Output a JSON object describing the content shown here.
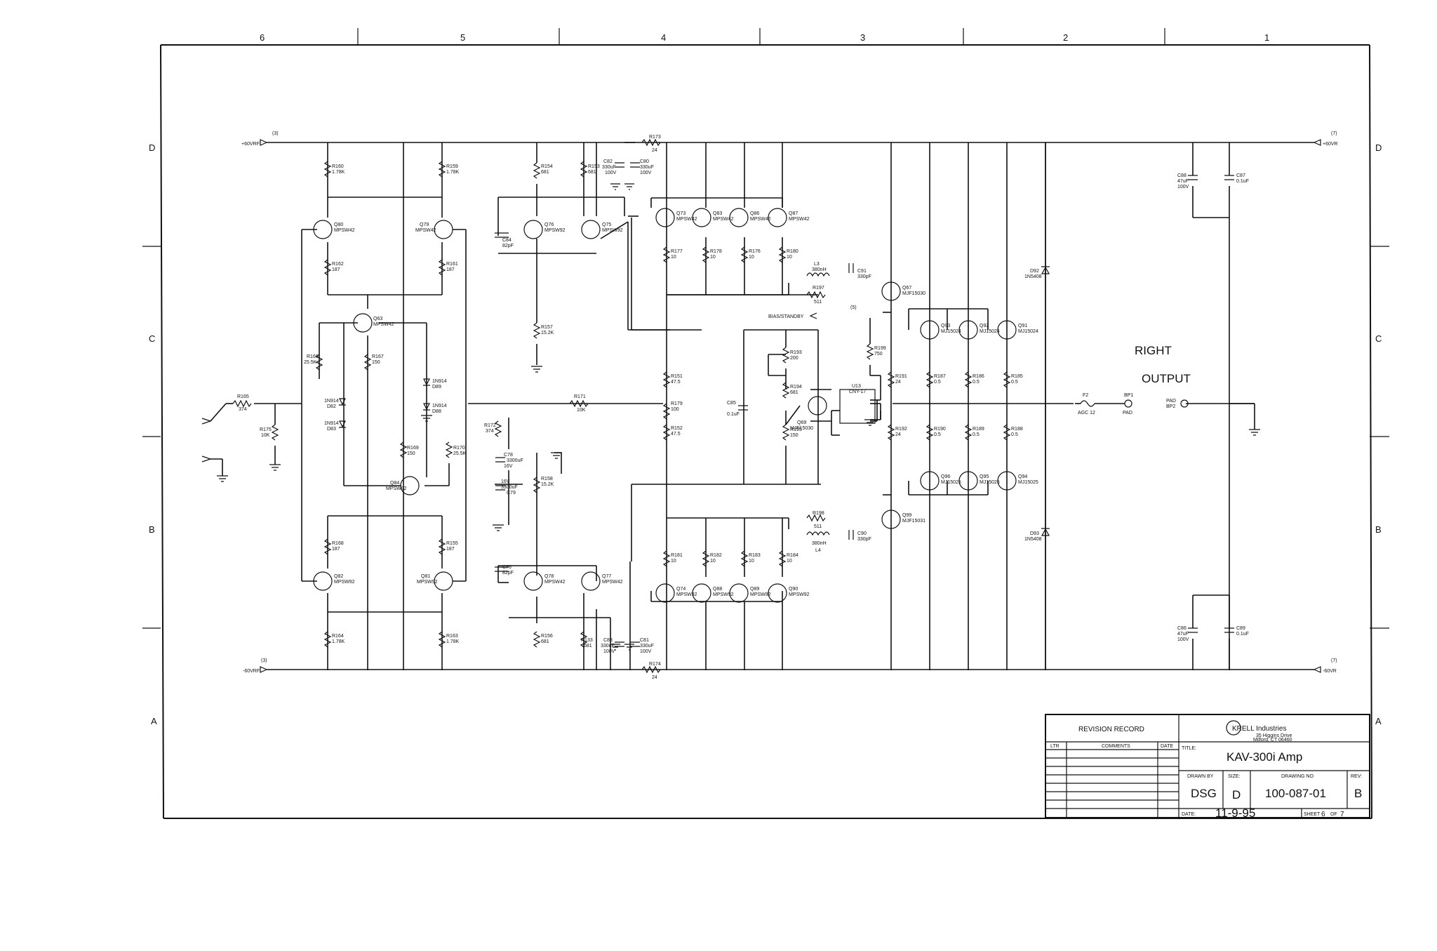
{
  "zones": {
    "columns": [
      "6",
      "5",
      "4",
      "3",
      "2",
      "1"
    ],
    "rows": [
      "D",
      "C",
      "B",
      "A"
    ]
  },
  "rails": {
    "pos_left": "+60VRF",
    "pos_left_tag": "(3)",
    "pos_right": "+60VR",
    "pos_right_tag": "(7)",
    "neg_left": "-60VRF",
    "neg_left_tag": "(3)",
    "neg_right": "-60VR",
    "neg_right_tag": "(7)"
  },
  "labels": {
    "output_line1": "RIGHT",
    "output_line2": "OUTPUT",
    "bias_standby": "BIAS/STANDBY",
    "bias_tag": "(5)",
    "fuse": "F2",
    "fuse_value": "AGC 12",
    "pad1": "BP1",
    "pad1_sub": "PAD",
    "pad2": "PAD",
    "pad2_sub": "BP2"
  },
  "components": {
    "q80": "Q80",
    "q80v": "MPSW42",
    "q79": "Q79",
    "q79v": "MPSW42",
    "q76": "Q76",
    "q76v": "MPSW92",
    "q75": "Q75",
    "q75v": "MPSW92",
    "q73": "Q73",
    "q73v": "MPSW42",
    "q83": "Q83",
    "q83v": "MPSW42",
    "q86": "Q86",
    "q86v": "MPSW42",
    "q87": "Q87",
    "q87v": "MPSW42",
    "q63": "Q63",
    "q63v": "MPSW42",
    "q84": "Q84",
    "q84v": "MPSW92",
    "q82": "Q82",
    "q82v": "MPSW92",
    "q81": "Q81",
    "q81v": "MPSW92",
    "q78": "Q78",
    "q78v": "MPSW42",
    "q77": "Q77",
    "q77v": "MPSW42",
    "q74": "Q74",
    "q74v": "MPSW92",
    "q88": "Q88",
    "q88v": "MPSW92",
    "q89": "Q89",
    "q89v": "MPSW92",
    "q90": "Q90",
    "q90v": "MPSW92",
    "q67": "Q67",
    "q67v": "MJF15030",
    "q99": "Q99",
    "q99v": "MJF15031",
    "q69": "Q69",
    "q69v": "MJF15030",
    "q93": "Q93",
    "q93v": "MJ15024",
    "q92": "Q92",
    "q92v": "MJ15024",
    "q91": "Q91",
    "q91v": "MJ15024",
    "q96": "Q96",
    "q96v": "MJ15025",
    "q95": "Q95",
    "q95v": "MJ15025",
    "q94": "Q94",
    "q94v": "MJ15025",
    "r160": "R160",
    "r160v": "1.78K",
    "r159": "R159",
    "r159v": "1.78K",
    "r154": "R154",
    "r154v": "681",
    "r153": "R153",
    "r153v": "681",
    "r173": "R173",
    "r173v": "24",
    "r162": "R162",
    "r162v": "187",
    "r161": "R161",
    "r161v": "187",
    "r166": "R166",
    "r166v": "25.5K",
    "r167": "R167",
    "r167v": "150",
    "r169": "R169",
    "r169v": "150",
    "r170": "R170",
    "r170v": "25.5K",
    "r165": "R165",
    "r165v": "374",
    "r175": "R175",
    "r175v": "10K",
    "r172": "R172",
    "r172v": "374",
    "r171": "R171",
    "r171v": "10K",
    "r157": "R157",
    "r157v": "15.2K",
    "r158": "R158",
    "r158v": "15.2K",
    "r177": "R177",
    "r177v": "10",
    "r178": "R178",
    "r178v": "10",
    "r176": "R176",
    "r176v": "10",
    "r180": "R180",
    "r180v": "10",
    "r197": "R197",
    "r197v": "511",
    "r151": "R151",
    "r151v": "47.5",
    "r179": "R179",
    "r179v": "100",
    "r152": "R152",
    "r152v": "47.5",
    "r193": "R193",
    "r193v": "200",
    "r194": "R194",
    "r194v": "681",
    "r195": "R195",
    "r195v": "150",
    "r199": "R199",
    "r199v": "750",
    "r191": "R191",
    "r191v": "24",
    "r192": "R192",
    "r192v": "24",
    "r187": "R187",
    "r187v": "0.5",
    "r186": "R186",
    "r186v": "0.5",
    "r185": "R185",
    "r185v": "0.5",
    "r190": "R190",
    "r190v": "0.5",
    "r189": "R189",
    "r189v": "0.5",
    "r188": "R188",
    "r188v": "0.5",
    "r181": "R181",
    "r181v": "10",
    "r182": "R182",
    "r182v": "10",
    "r183": "R183",
    "r183v": "10",
    "r184": "R184",
    "r184v": "10",
    "r198": "R198",
    "r198v": "511",
    "r168": "R168",
    "r168v": "187",
    "r155": "R155",
    "r155v": "187",
    "r164": "R164",
    "r164v": "1.78K",
    "r163": "R163",
    "r163v": "1.78K",
    "r156": "R156",
    "r156v": "681",
    "r133": "R133",
    "r133v": "681",
    "r174": "R174",
    "r174v": "24",
    "c82": "C82",
    "c82v": "330uF",
    "c82v2": "100V",
    "c80": "C80",
    "c80v": "330uF",
    "c80v2": "100V",
    "c84": "C84",
    "c84v": "82pF",
    "c91": "C91",
    "c91v": "330pF",
    "c85": "C85",
    "c85v": "0.1uF",
    "c78": "C78",
    "c78v": "3300uF",
    "c78v2": "16V",
    "c79": "C79",
    "c79v": "3300uF",
    "c79v2": "16V",
    "c76": "C76",
    "c76v": "82pF",
    "c83": "C83",
    "c83v": "330uF",
    "c83v2": "100V",
    "c81": "C81",
    "c81v": "330uF",
    "c81v2": "100V",
    "c90": "C90",
    "c90v": "330pF",
    "c88": "C88",
    "c88v": "47uF",
    "c88v2": "100V",
    "c87": "C87",
    "c87v": "0.1uF",
    "c86": "C86",
    "c86v": "47uF",
    "c86v2": "100V",
    "c89": "C89",
    "c89v": "0.1uF",
    "l3": "L3",
    "l3v": "380nH",
    "l4": "L4",
    "l4v": "380nH",
    "d89": "D89",
    "d89v": "1N914",
    "d88": "D88",
    "d88v": "1N914",
    "d82": "D82",
    "d82v": "1N914",
    "d83": "D83",
    "d83v": "1N914",
    "d92": "D92",
    "d92v": "1N5408",
    "d93": "D93",
    "d93v": "1N5408",
    "u13": "U13",
    "u13v": "CNY-17"
  },
  "titleblock": {
    "revision_record": "REVISION RECORD",
    "ltr": "LTR",
    "comments": "COMMENTS",
    "date_col": "DATE",
    "company": "KRELL Industries",
    "address1": "35 Higgins Drive",
    "address2": "Milford, CT 06460",
    "title_label": "TITLE:",
    "title": "KAV-300i Amp",
    "drawn_label": "DRAWN BY",
    "drawn": "DSG",
    "size_label": "SIZE:",
    "size": "D",
    "drawing_label": "DRAWING NO",
    "drawing": "100-087-01",
    "rev_label": "REV:",
    "rev": "B",
    "date_label": "DATE:",
    "date": "11-9-95",
    "sheet_label": "SHEET",
    "sheet": "6",
    "of": "OF",
    "sheet_total": "7"
  }
}
